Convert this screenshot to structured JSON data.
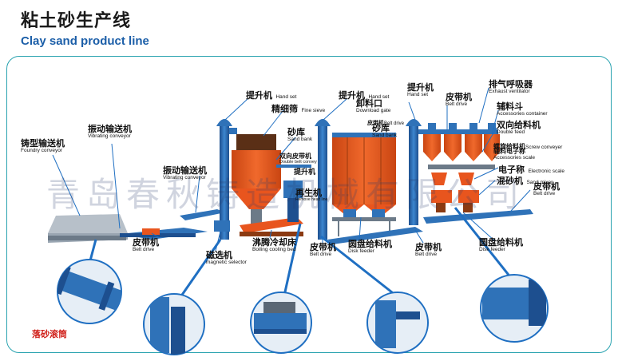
{
  "header": {
    "title_cn": "粘土砂生产线",
    "title_en": "Clay sand product line"
  },
  "watermark": "青岛春秋铸造机械有限公司",
  "labels": {
    "foundry_conveyor": {
      "cn": "铸型输送机",
      "en": "Foundry conveyor"
    },
    "vibrating_conveyor_1": {
      "cn": "振动输送机",
      "en": "Vibrating conveyor"
    },
    "vibrating_conveyor_2": {
      "cn": "振动输送机",
      "en": "Vibrating conveyor"
    },
    "hand_set_1": {
      "cn": "提升机",
      "en": "Hand set"
    },
    "fine_sieve": {
      "cn": "精细筛",
      "en": "Fine sieve"
    },
    "sand_bank_1": {
      "cn": "砂库",
      "en": "Sand bank"
    },
    "double_belt": {
      "cn": "双向皮带机",
      "en": "Double belt convey"
    },
    "hand_set_small": {
      "cn": "提升机",
      "en": ""
    },
    "reclaimer": {
      "cn": "再生机",
      "en": "Remove head line"
    },
    "hand_set_2": {
      "cn": "提升机",
      "en": "Hand set"
    },
    "download_gate": {
      "cn": "卸料口",
      "en": "Download gate"
    },
    "belt_drive_small": {
      "cn": "皮带机",
      "en": "Belt drive"
    },
    "sand_bank_2": {
      "cn": "砂库",
      "en": "Sand bank"
    },
    "hand_set_3": {
      "cn": "提升机",
      "en": "Hand set"
    },
    "belt_drive_top": {
      "cn": "皮带机",
      "en": "Belt drive"
    },
    "exhaust": {
      "cn": "排气呼吸器",
      "en": "Exhaust ventilator"
    },
    "accessories_container": {
      "cn": "辅料斗",
      "en": "Accessories container"
    },
    "double_feed": {
      "cn": "双向给料机",
      "en": "Double feed"
    },
    "screw_conveyor": {
      "cn": "螺旋给料机",
      "en": "Screw conveyer"
    },
    "accessories_scale": {
      "cn": "辅料电子称",
      "en": "Accessories scale"
    },
    "electronic_scale": {
      "cn": "电子称",
      "en": "Electronic scale"
    },
    "sand_mixer": {
      "cn": "混砂机",
      "en": "Sand mixer"
    },
    "belt_drive_right": {
      "cn": "皮带机",
      "en": "Belt drive"
    },
    "belt_drive_1": {
      "cn": "皮带机",
      "en": "Belt drive"
    },
    "magnetic_selector": {
      "cn": "磁选机",
      "en": "magnetic selector"
    },
    "boiling_cooling_bed": {
      "cn": "沸腾冷却床",
      "en": "Boiling cooling bed"
    },
    "belt_drive_2": {
      "cn": "皮带机",
      "en": "Belt drive"
    },
    "disk_feeder_1": {
      "cn": "圆盘给料机",
      "en": "Disk feeder"
    },
    "belt_drive_3": {
      "cn": "皮带机",
      "en": "Belt drive"
    },
    "disk_feeder_2": {
      "cn": "圆盘给料机",
      "en": "Disk feeder"
    }
  },
  "caption": "落砂滚筒",
  "colors": {
    "machine_orange": "#e8551e",
    "elevator_blue": "#2f72b8",
    "frame_teal": "#2aa3b0",
    "title_blue": "#1b5ea8",
    "caption_red": "#d0201a"
  }
}
